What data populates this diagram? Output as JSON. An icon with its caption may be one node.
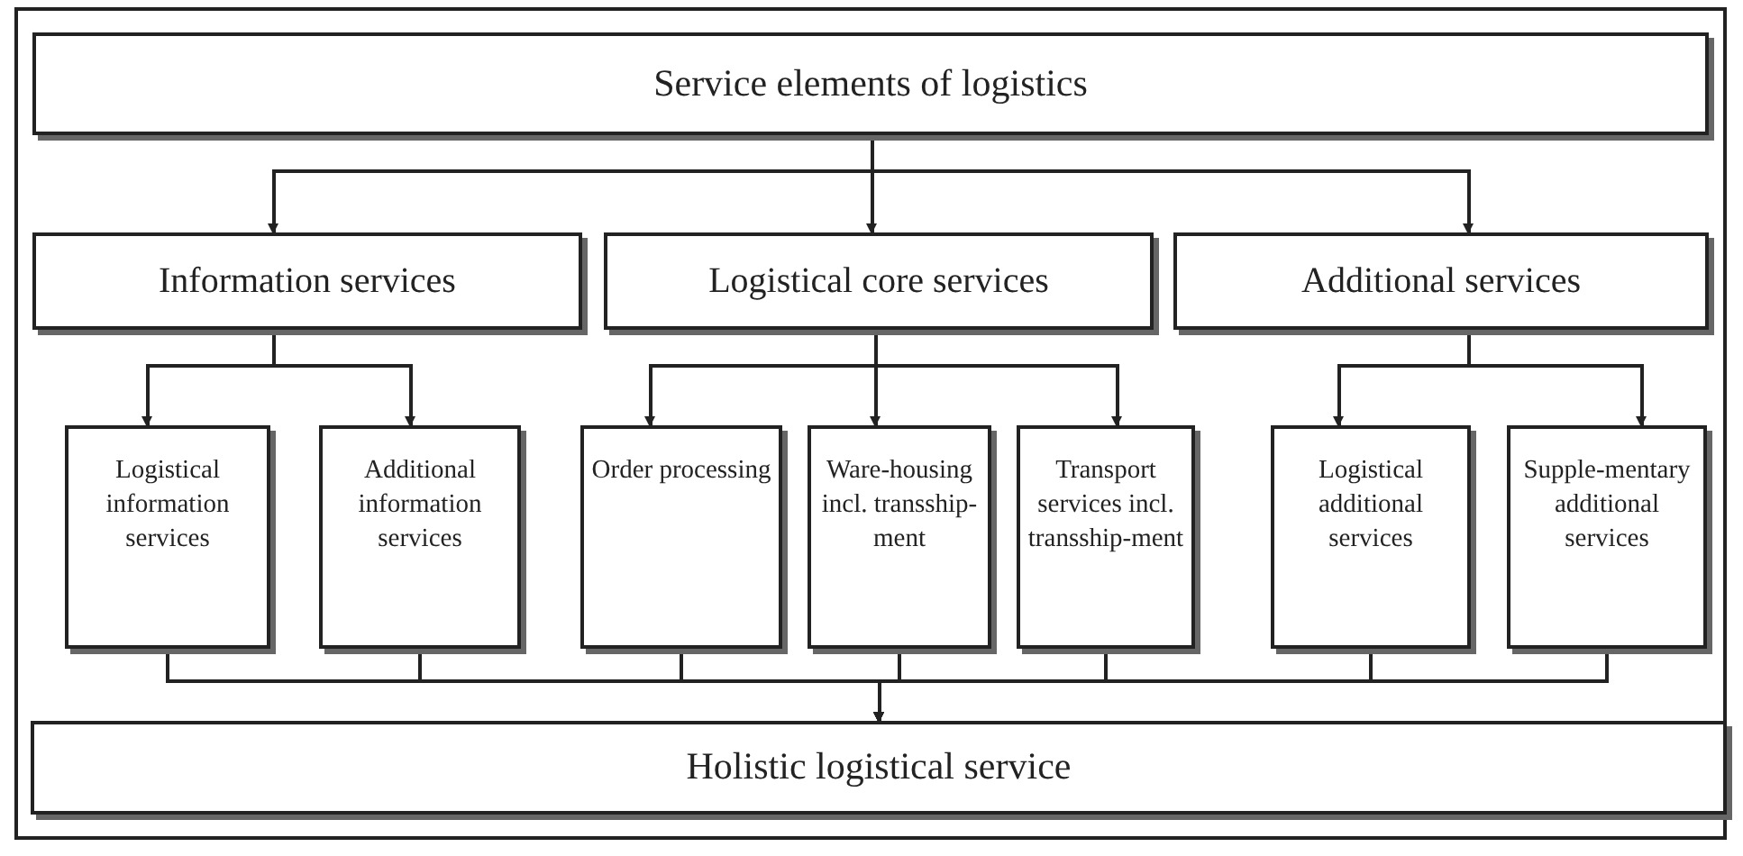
{
  "diagram": {
    "nodes": [
      {
        "text": [
          "Service elements of logistics"
        ]
      },
      {
        "text": [
          "Information services"
        ]
      },
      {
        "text": [
          "Logistical core services"
        ]
      },
      {
        "text": [
          "Additional services"
        ]
      },
      {
        "text": [
          "Logistical information services"
        ]
      },
      {
        "text": [
          "Additional information services"
        ]
      },
      {
        "text": [
          "Order processing"
        ]
      },
      {
        "text": [
          "Ware-housing incl. transship-ment"
        ]
      },
      {
        "text": [
          "Transport services incl. transship-ment"
        ]
      },
      {
        "text": [
          "Logistical additional services"
        ]
      },
      {
        "text": [
          "Supple-mentary additional services"
        ]
      },
      {
        "text": [
          "Holistic logistical service"
        ]
      }
    ],
    "edges": [
      {
        "from": 0,
        "to": 1,
        "arrow": "to"
      },
      {
        "from": 0,
        "to": 2,
        "arrow": "to"
      },
      {
        "from": 0,
        "to": 3,
        "arrow": "to"
      },
      {
        "from": 1,
        "to": 4,
        "arrow": "to"
      },
      {
        "from": 1,
        "to": 5,
        "arrow": "to"
      },
      {
        "from": 2,
        "to": 6,
        "arrow": "to"
      },
      {
        "from": 2,
        "to": 7,
        "arrow": "to"
      },
      {
        "from": 2,
        "to": 8,
        "arrow": "to"
      },
      {
        "from": 3,
        "to": 9,
        "arrow": "to"
      },
      {
        "from": 3,
        "to": 10,
        "arrow": "to"
      },
      {
        "from": 4,
        "to": 11,
        "arrow": "to"
      },
      {
        "from": 5,
        "to": 11,
        "arrow": "to"
      },
      {
        "from": 6,
        "to": 11,
        "arrow": "to"
      },
      {
        "from": 7,
        "to": 11,
        "arrow": "to"
      },
      {
        "from": 8,
        "to": 11,
        "arrow": "to"
      },
      {
        "from": 9,
        "to": 11,
        "arrow": "to"
      },
      {
        "from": 10,
        "to": 11,
        "arrow": "to"
      }
    ]
  }
}
